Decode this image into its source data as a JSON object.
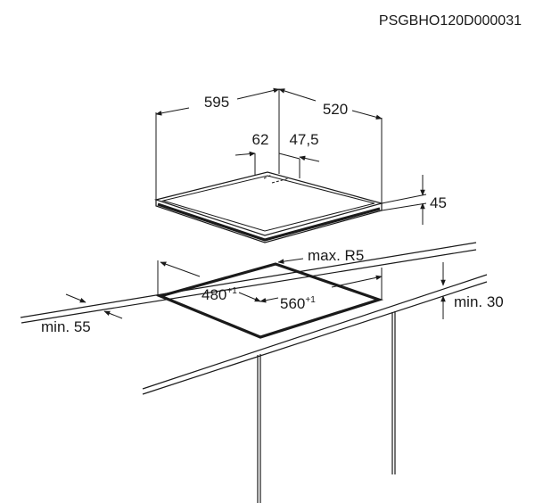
{
  "code": "PSGBHO120D000031",
  "hob": {
    "width": "595",
    "depth": "520",
    "connector_left": "62",
    "connector_right": "47,5",
    "height": "45"
  },
  "cutout": {
    "corner_radius": "max. R5",
    "depth": "480",
    "depth_tol": "+1",
    "width": "560",
    "width_tol": "+1",
    "min_front": "min. 55",
    "min_below": "min. 30"
  }
}
